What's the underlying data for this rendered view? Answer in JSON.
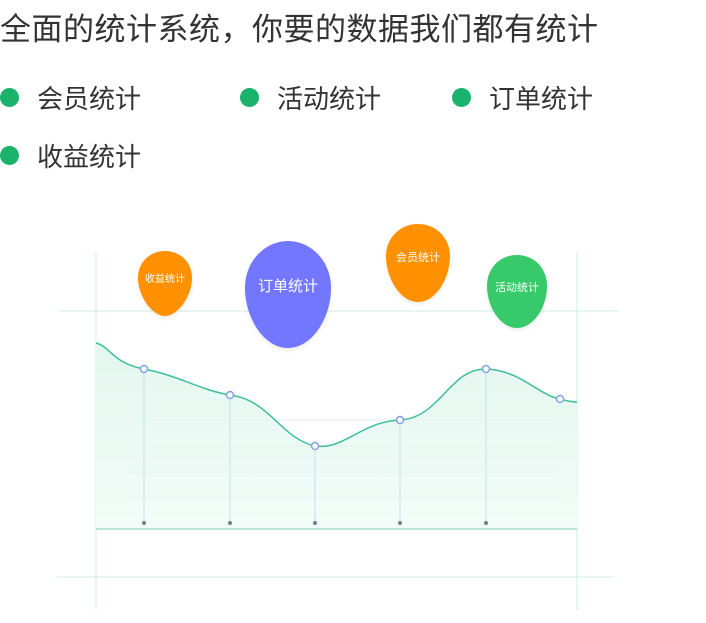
{
  "headline": "全面的统计系统，你要的数据我们都有统计",
  "features": [
    {
      "label": "会员统计"
    },
    {
      "label": "活动统计"
    },
    {
      "label": "订单统计"
    },
    {
      "label": "收益统计"
    }
  ],
  "illustration": {
    "bubbles": [
      {
        "label": "收益统计",
        "color": "#ff9100"
      },
      {
        "label": "订单统计",
        "color": "#7377ff"
      },
      {
        "label": "会员统计",
        "color": "#ff9100"
      },
      {
        "label": "活动统计",
        "color": "#38c96b"
      }
    ],
    "colors": {
      "feature_dot": "#19b36b",
      "curve": "#3dbf9a",
      "area_fill": "#eafaf4",
      "frame": "#bfe9df",
      "point_fill": "#ffffff",
      "point_stroke": "#7fa3e8"
    }
  }
}
